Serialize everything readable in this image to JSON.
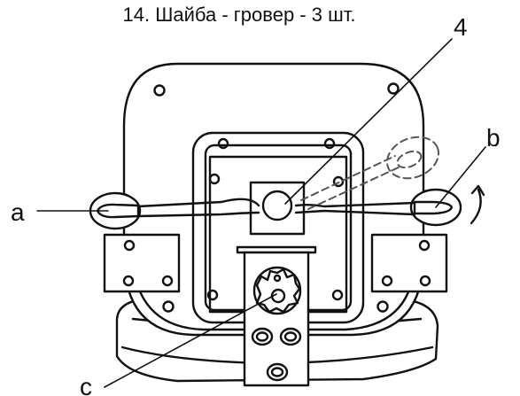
{
  "caption": "14. Шайба - гровер - 3 шт.",
  "callouts": {
    "a": "a",
    "b": "b",
    "c": "c",
    "four": "4"
  },
  "colors": {
    "line": "#111111",
    "background": "#ffffff",
    "dashed": "#555555"
  }
}
